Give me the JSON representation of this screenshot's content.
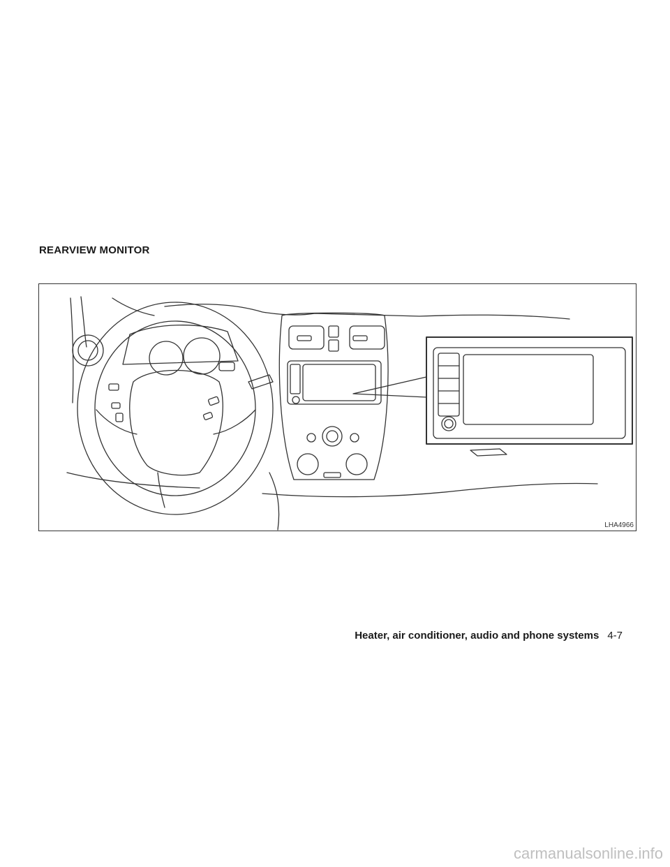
{
  "section": {
    "title": "REARVIEW MONITOR"
  },
  "figure": {
    "code": "LHA4966"
  },
  "footer": {
    "chapter": "Heater, air conditioner, audio and phone systems",
    "page": "4-7"
  },
  "watermark": {
    "text": "carmanualsonline.info"
  },
  "colors": {
    "line": "#333333",
    "text": "#1a1a1a",
    "watermark": "#bfbfbf"
  }
}
